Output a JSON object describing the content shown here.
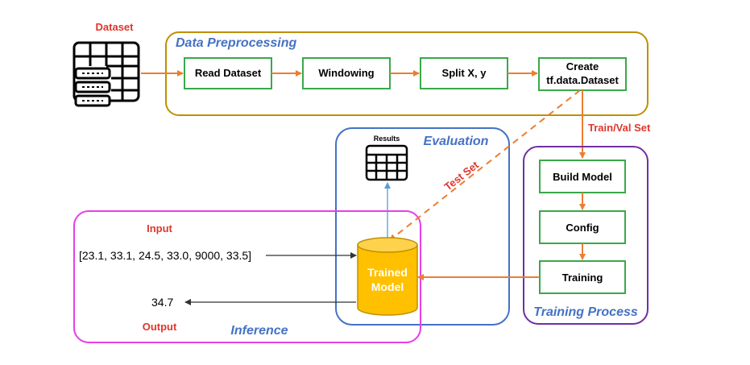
{
  "dataset_label": "Dataset",
  "preprocessing": {
    "title": "Data Preprocessing",
    "steps": [
      "Read Dataset",
      "Windowing",
      "Split X, y"
    ],
    "create_line1": "Create",
    "create_line2": "tf.data.Dataset"
  },
  "train_val_label": "Train/Val Set",
  "test_set_label": "Test Set",
  "evaluation": {
    "title": "Evaluation",
    "results_label": "Results"
  },
  "training": {
    "title": "Training Process",
    "steps": [
      "Build Model",
      "Config",
      "Training"
    ]
  },
  "model": {
    "line1": "Trained",
    "line2": "Model"
  },
  "inference": {
    "title": "Inference",
    "input_label": "Input",
    "input_value": "[23.1, 33.1, 24.5, 33.0, 9000, 33.5]",
    "output_label": "Output",
    "output_value": "34.7"
  },
  "colors": {
    "preprocessing_border": "#bf9000",
    "step_border": "#3aa84a",
    "evaluation_border": "#4472c4",
    "training_border": "#7030a0",
    "inference_border": "#e83ee8",
    "flow_arrow": "#ed7d31",
    "results_arrow": "#5b9bd5",
    "model_fill": "#ffc000",
    "label_red": "#e0362c"
  },
  "icons": [
    "table-icon",
    "database-icon",
    "cylinder-icon"
  ]
}
